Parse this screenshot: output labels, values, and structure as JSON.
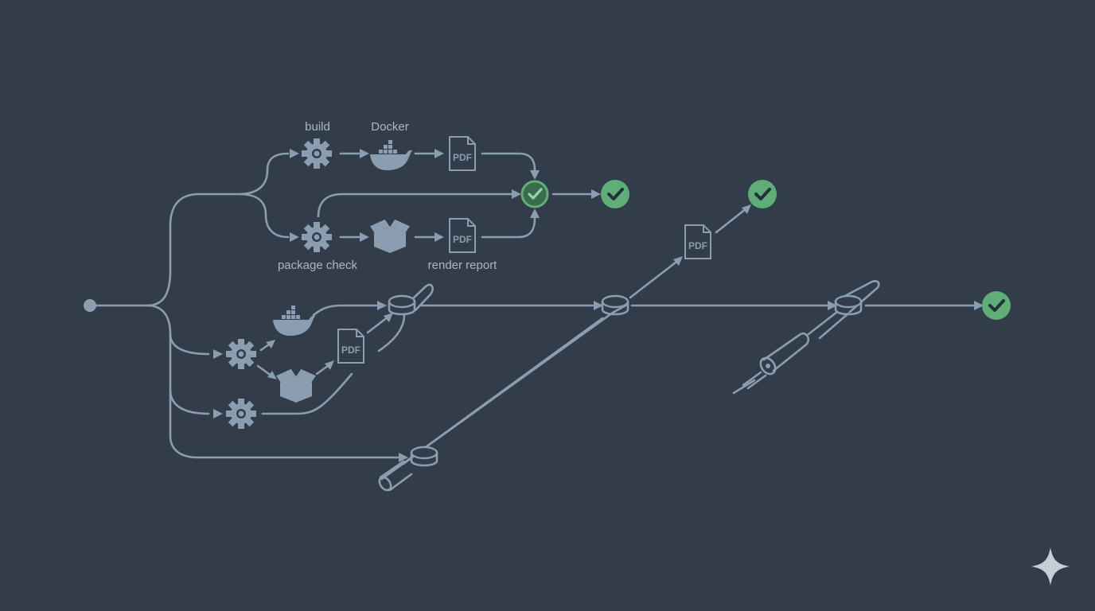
{
  "diagram": {
    "colors": {
      "background": "#323d49",
      "line": "#8b9db0",
      "icon": "#8b9db0",
      "label": "#a9b7c5",
      "success": "#5fae77",
      "success_ring": "#3c6b52",
      "sparkle": "#c7ced6"
    },
    "labels": {
      "build": "build",
      "docker": "Docker",
      "package_check": "package check",
      "render_report": "render report"
    },
    "pdf_text": "PDF",
    "icons": {
      "gear": "gear-icon",
      "docker": "docker-whale-icon",
      "package": "package-box-icon",
      "pdf": "pdf-file-icon",
      "check": "check-circle-icon",
      "pipe_junction": "pipe-junction-icon",
      "pipe_cutaway": "pipe-cutaway-icon",
      "sparkle": "sparkle-icon"
    }
  }
}
